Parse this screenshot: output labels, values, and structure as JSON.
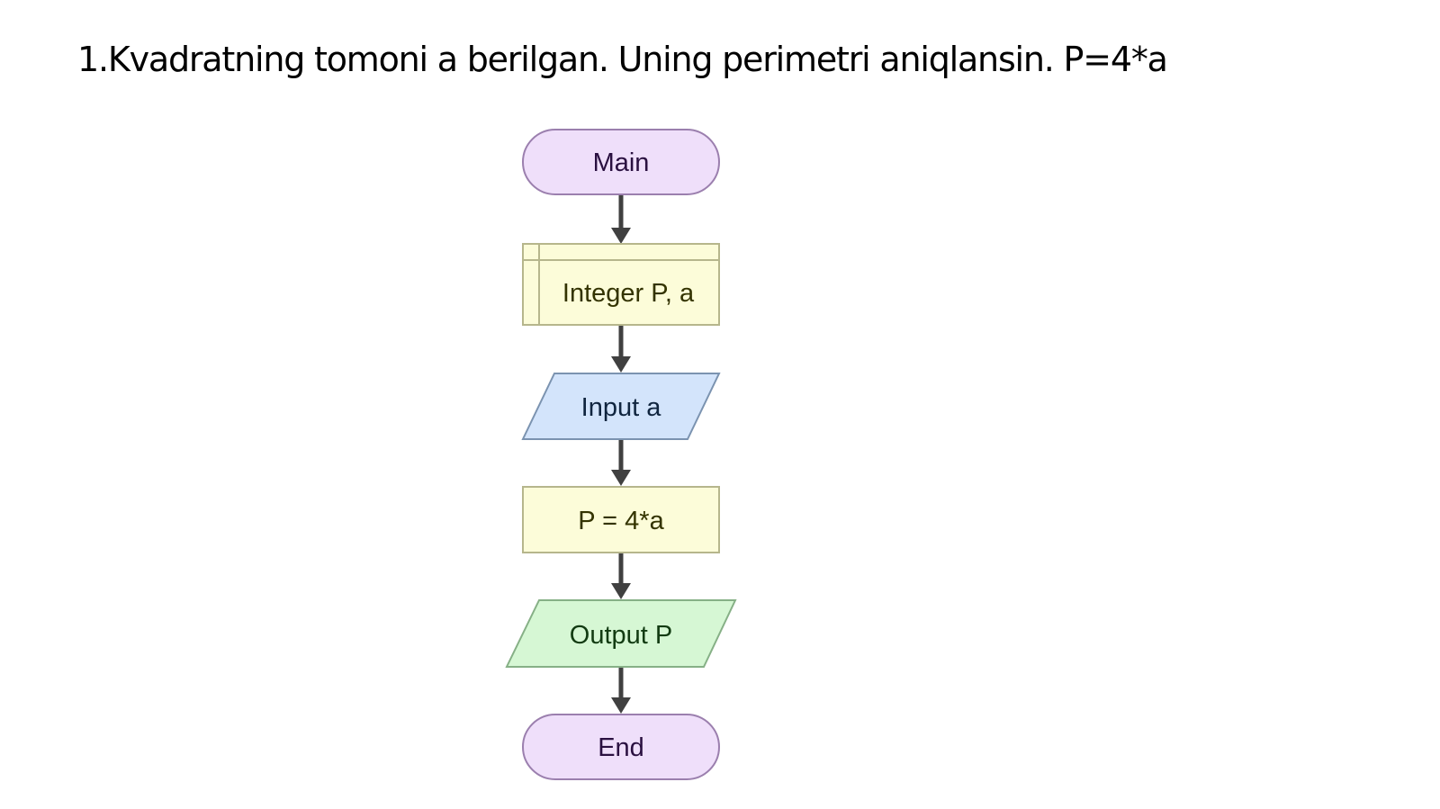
{
  "slide": {
    "title": "1.Kvadratning tomoni a berilgan. Uning perimetri aniqlansin. P=4*a"
  },
  "flowchart": {
    "nodes": [
      {
        "id": "main",
        "type": "terminal",
        "label": "Main",
        "fill": "#efdffa",
        "stroke": "#9b7fae",
        "text_color": "#2a1040"
      },
      {
        "id": "declare",
        "type": "declare",
        "label": "Integer P, a",
        "fill": "#fcfcd9",
        "stroke": "#b6b68c",
        "text_color": "#333300"
      },
      {
        "id": "input",
        "type": "input",
        "label": "Input a",
        "fill": "#d3e4fb",
        "stroke": "#7b93b0",
        "text_color": "#10253f"
      },
      {
        "id": "assign",
        "type": "process",
        "label": "P = 4*a",
        "fill": "#fcfcd9",
        "stroke": "#b6b68c",
        "text_color": "#333300"
      },
      {
        "id": "output",
        "type": "output",
        "label": "Output P",
        "fill": "#d6f7d4",
        "stroke": "#86b086",
        "text_color": "#123b12"
      },
      {
        "id": "end",
        "type": "terminal",
        "label": "End",
        "fill": "#efdffa",
        "stroke": "#9b7fae",
        "text_color": "#2a1040"
      }
    ],
    "arrow_color": "#404040"
  }
}
